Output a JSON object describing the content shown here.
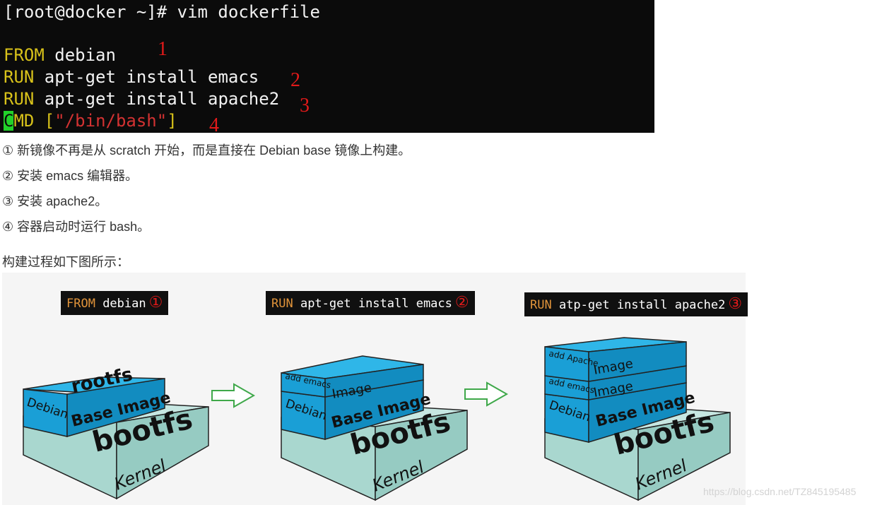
{
  "terminal": {
    "prompt_line": "[root@docker ~]# vim dockerfile",
    "lines": [
      {
        "keyword": "FROM",
        "rest": " debian",
        "marker": "1"
      },
      {
        "keyword": "RUN",
        "rest": " apt-get install emacs",
        "marker": "2"
      },
      {
        "keyword": "RUN",
        "rest": " apt-get install apache2",
        "marker": "3"
      },
      {
        "keyword_first": "C",
        "keyword_rest": "MD",
        "open": " [",
        "string": "\"/bin/bash\"",
        "close": "]",
        "marker": "4"
      }
    ]
  },
  "notes": [
    "① 新镜像不再是从 scratch 开始，而是直接在 Debian base 镜像上构建。",
    "② 安装 emacs 编辑器。",
    "③ 安装 apache2。",
    "④ 容器启动时运行 bash。"
  ],
  "intro": "构建过程如下图所示：",
  "diagram": {
    "steps": [
      {
        "keyword": "FROM",
        "rest": " debian",
        "circle": "①"
      },
      {
        "keyword": "RUN",
        "rest": " apt-get install emacs",
        "circle": "②"
      },
      {
        "keyword": "RUN",
        "rest": " atp-get install apache2",
        "circle": "③"
      }
    ],
    "labels": {
      "rootfs": "rootfs",
      "base_image": "Base Image",
      "debian": "Debian",
      "bootfs": "bootfs",
      "kernel": "Kernel",
      "image": "Image",
      "add_emacs": "add emacs",
      "add_apache": "add Apache"
    }
  },
  "watermark": "https://blog.csdn.net/TZ845195485",
  "colors": {
    "layer_blue": "#19a1d8",
    "layer_top": "#2fb6e8",
    "layer_green": "#a9d7cf",
    "arrow_green": "#3fa84a"
  }
}
